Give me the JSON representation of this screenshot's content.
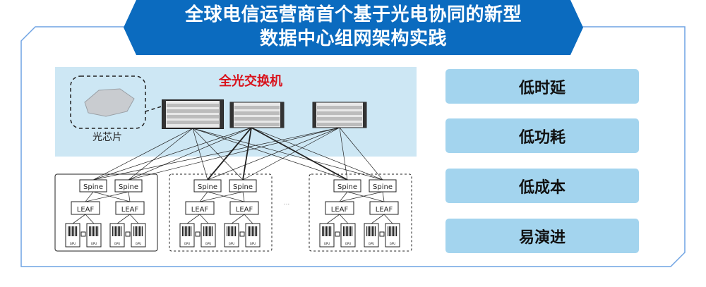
{
  "banner": {
    "line1": "全球电信运营商首个基于光电协同的新型",
    "line2": "数据中心组网架构实践"
  },
  "diagram": {
    "switch_title": "全光交换机",
    "chip_label": "光芯片",
    "spine_label": "Spine",
    "leaf_label": "LEAF",
    "gpu_label": "GPU",
    "ellipsis": "...",
    "pod_count_shown": 3
  },
  "features": [
    "低时延",
    "低功耗",
    "低成本",
    "易演进"
  ],
  "colors": {
    "banner": "#0b6bbf",
    "frame": "#6fa3e3",
    "panel": "#cde7f4",
    "feature": "#a3d4ee",
    "title_red": "#d9121b"
  }
}
